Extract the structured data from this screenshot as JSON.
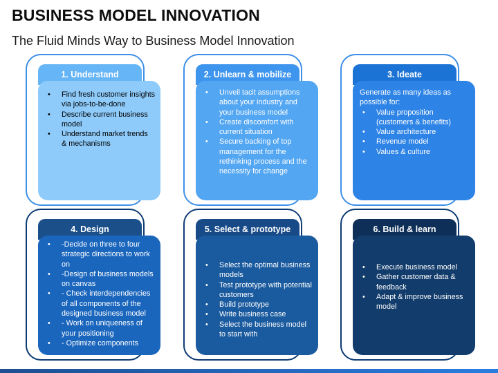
{
  "header": {
    "title": "BUSINESS MODEL INNOVATION",
    "subtitle": "The Fluid Minds Way to Business Model Innovation"
  },
  "colors": {
    "step1": "#8ecbfa",
    "step2": "#53a6f2",
    "step3": "#2d83e6",
    "step4": "#1b66bd",
    "step5": "#1a5a9e",
    "step6": "#123c6b"
  },
  "steps": [
    {
      "title": "1. Understand",
      "intro": "",
      "bullets": [
        "Find fresh customer insights via jobs-to-be-done",
        "Describe current business model",
        "Understand market trends & mechanisms"
      ]
    },
    {
      "title": "2. Unlearn & mobilize",
      "intro": "",
      "bullets": [
        "Unveil tacit assumptions about your industry and your business model",
        "Create discomfort with current situation",
        "Secure backing of top management for the rethinking process and the necessity for change"
      ]
    },
    {
      "title": "3. Ideate",
      "intro": "Generate as many ideas as possible for:",
      "bullets": [
        "Value proposition (customers & benefits)",
        "Value architecture",
        "Revenue model",
        "Values & culture"
      ]
    },
    {
      "title": "4. Design",
      "intro": "",
      "bullets": [
        " -Decide on three to four strategic directions to work on",
        " -Design of business models on canvas",
        "- Check interdependencies of all components of the designed business model",
        "- Work on uniqueness of your positioning",
        "- Optimize components"
      ]
    },
    {
      "title": "5.  Select & prototype",
      "intro": "",
      "bullets": [
        "Select the optimal business models",
        "Test prototype with potential customers",
        " Build prototype",
        "Write business case",
        "Select the business model to start with"
      ]
    },
    {
      "title": "6. Build & learn",
      "intro": "",
      "bullets": [
        " Execute business model",
        "Gather customer data & feedback",
        "Adapt & improve business model"
      ]
    }
  ]
}
